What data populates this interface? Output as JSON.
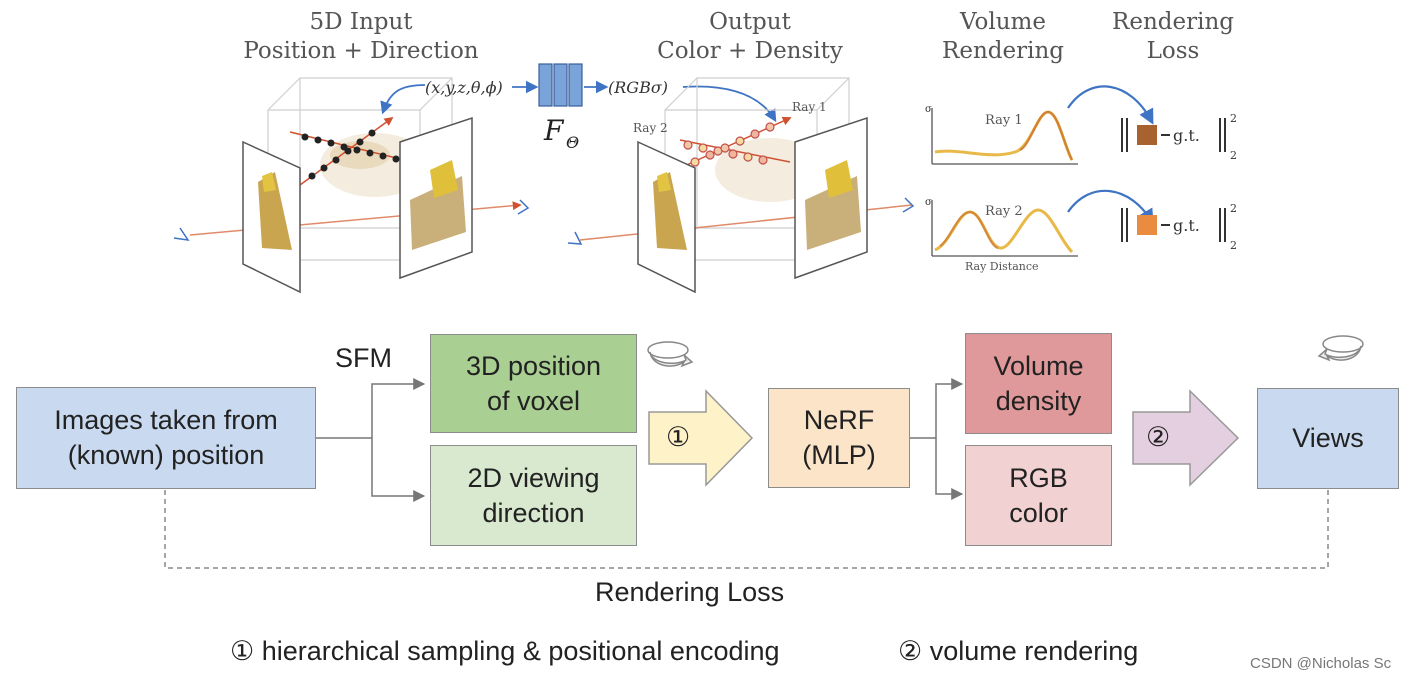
{
  "top": {
    "headers": {
      "input": "5D Input\nPosition + Direction",
      "output": "Output\nColor + Density",
      "volume": "Volume\nRendering",
      "loss": "Rendering\nLoss"
    },
    "input_tuple": "(x,y,z,θ,ϕ)",
    "network_label": "F",
    "network_sub": "Θ",
    "output_tuple": "(RGBσ)",
    "ray1_label": "Ray 1",
    "ray2_label": "Ray 2",
    "plot_ray1": "Ray 1",
    "plot_ray2": "Ray 2",
    "sigma": "σ",
    "ray_distance": "Ray Distance",
    "gt_label": "g.t.",
    "norm_sup": "2",
    "norm_sub": "2",
    "colors": {
      "patch1": "#a8622f",
      "patch2": "#ea8c40",
      "arrow_blue": "#3f74c4",
      "curve": "#e8b948"
    }
  },
  "flow": {
    "sfm": "SFM",
    "images_box": "Images taken from\n(known) position",
    "pos_box": "3D position\nof voxel",
    "dir_box": "2D viewing\ndirection",
    "step1": "①",
    "nerf_box": "NeRF\n(MLP)",
    "density_box": "Volume\ndensity",
    "rgb_box": "RGB\ncolor",
    "step2": "②",
    "views_box": "Views",
    "rendering_loss": "Rendering Loss",
    "legend1": "① hierarchical sampling & positional encoding",
    "legend2": "② volume rendering",
    "colors": {
      "blue": "#c9daf0",
      "green_dark": "#a9cf92",
      "green_light": "#d8e9cf",
      "yellow": "#fdf2c8",
      "peach": "#fbe4c8",
      "red": "#e0999a",
      "pink": "#f1d1d1",
      "lavender": "#e4cfe1"
    }
  },
  "watermark": "CSDN @Nicholas Sc"
}
